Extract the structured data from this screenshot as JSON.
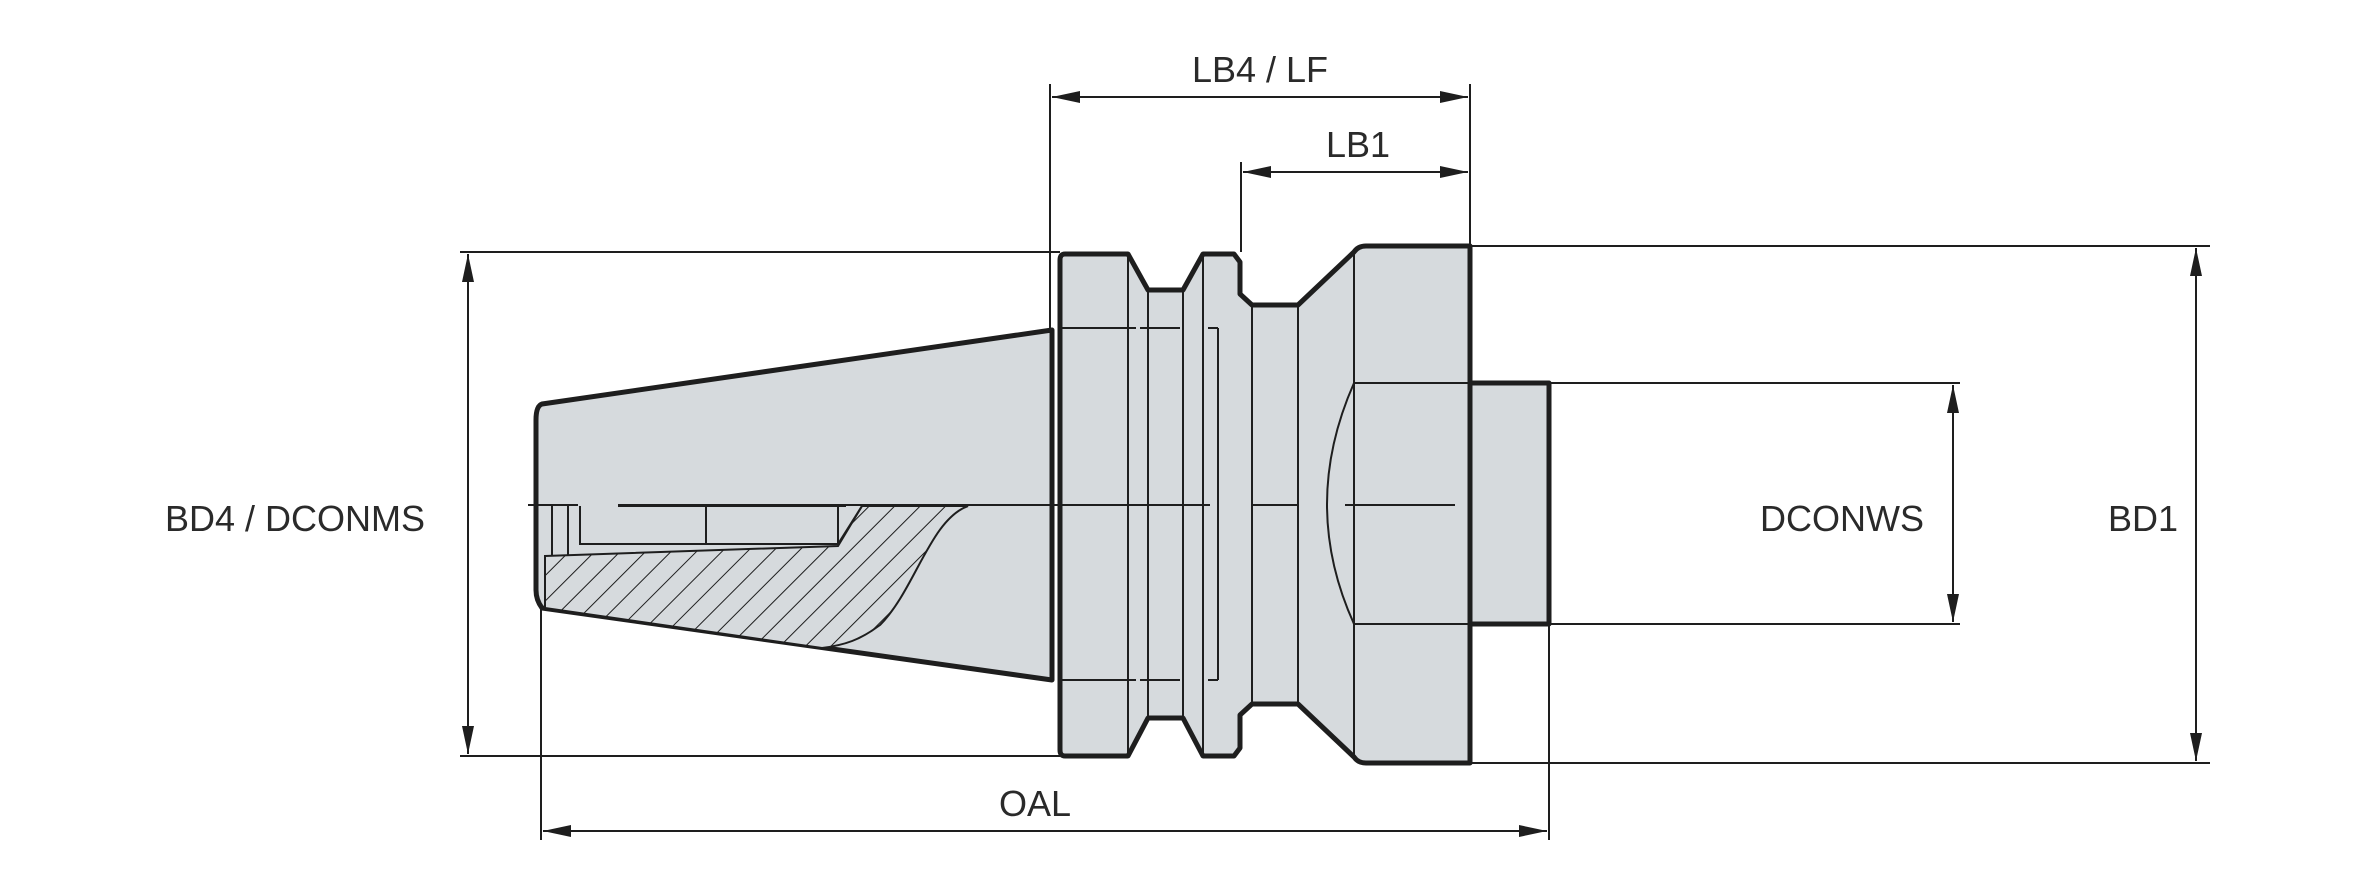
{
  "labels": {
    "lb4_lf": "LB4 / LF",
    "lb1": "LB1",
    "bd4_dconms": "BD4 / DCONMS",
    "dconws": "DCONWS",
    "bd1": "BD1",
    "oal": "OAL"
  },
  "colors": {
    "body_fill": "#d6dadd",
    "line": "#1e1e1e",
    "text": "#2a2a2a"
  }
}
